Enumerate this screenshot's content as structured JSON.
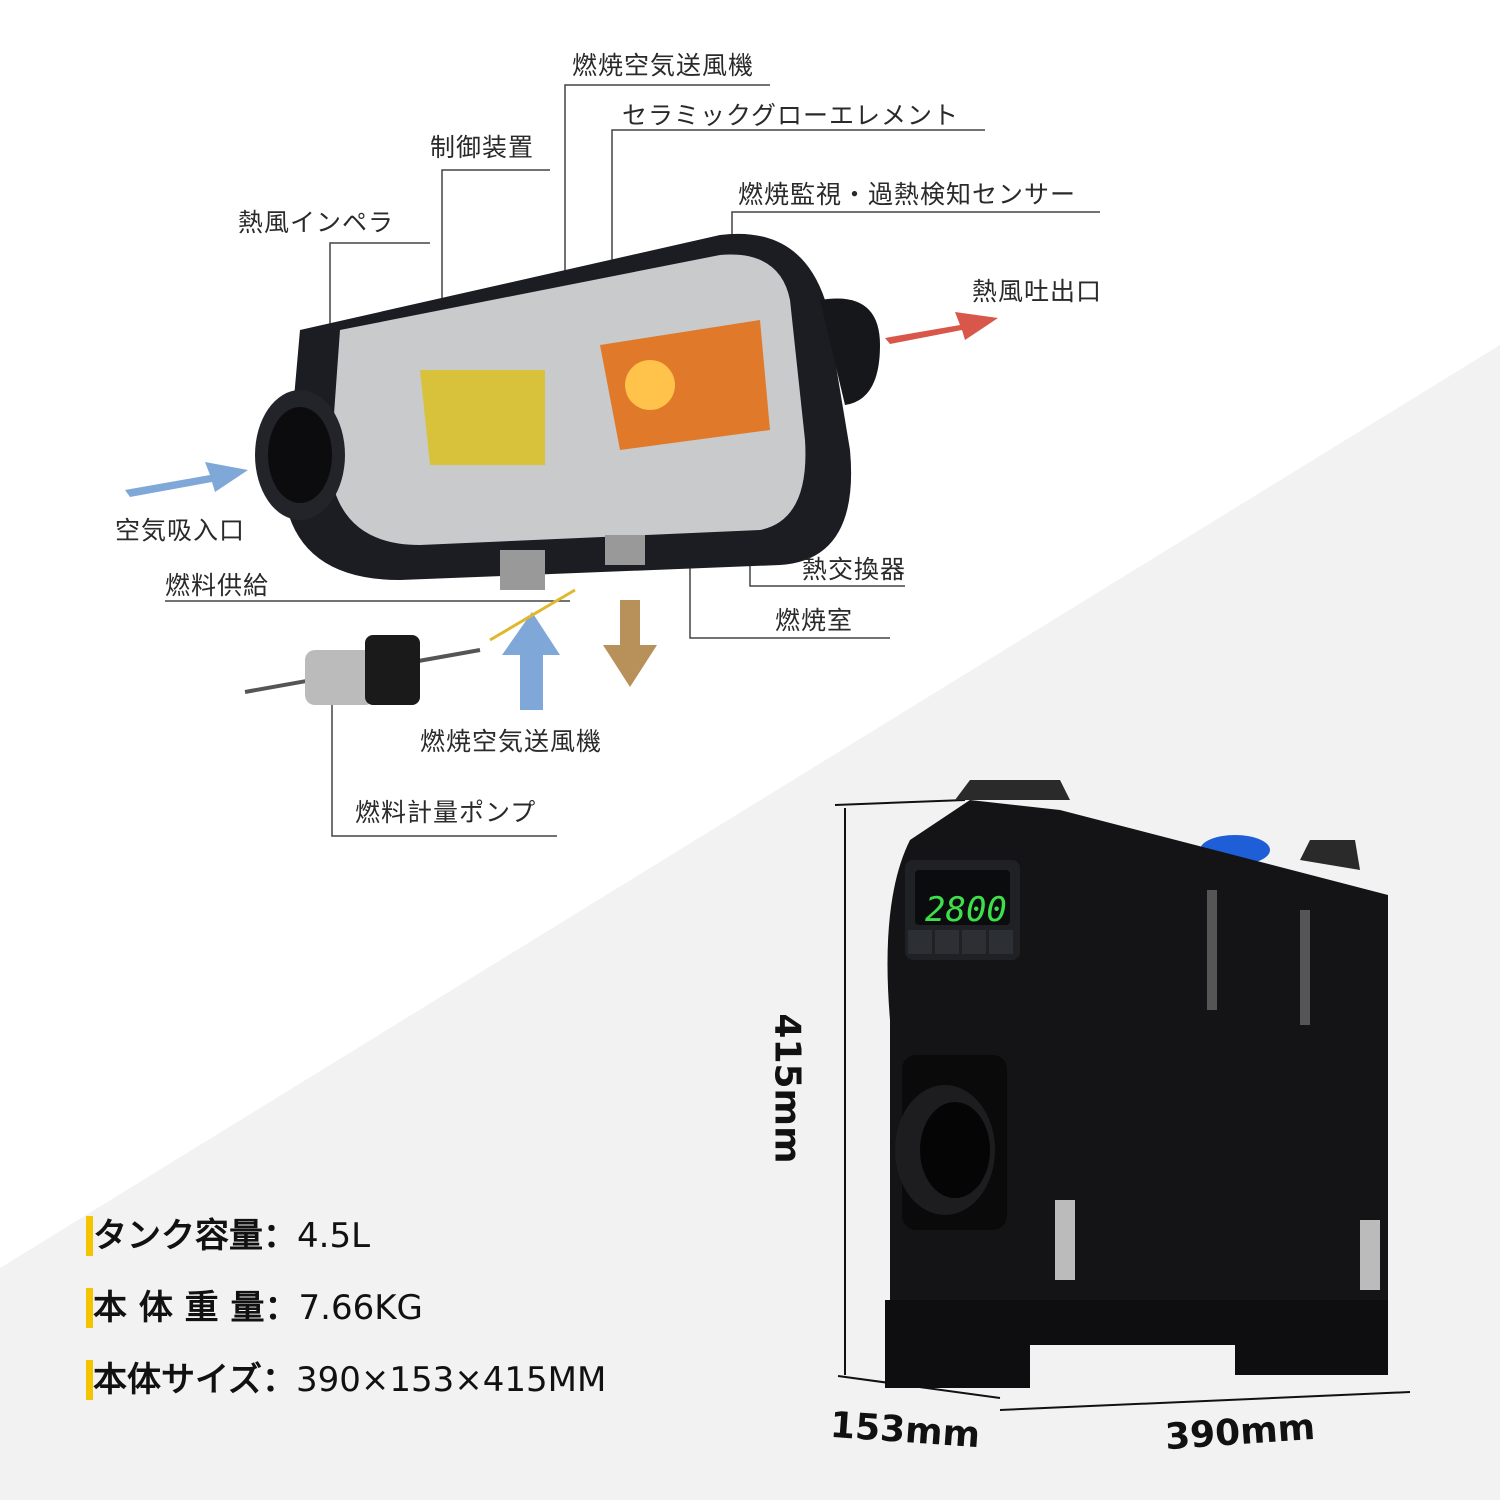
{
  "diagram_labels": {
    "combustion_blower_top": "燃焼空気送風機",
    "ceramic_glow": "セラミックグローエレメント",
    "controller": "制御装置",
    "sensor": "燃焼監視・過熱検知センサー",
    "impeller": "熱風インペラ",
    "hot_air_outlet": "熱風吐出口",
    "air_inlet": "空気吸入口",
    "fuel_supply": "燃料供給",
    "heat_exchanger": "熱交換器",
    "combustion_chamber": "燃焼室",
    "combustion_blower_bottom": "燃焼空気送風機",
    "fuel_pump": "燃料計量ポンプ"
  },
  "specs": [
    {
      "label": "タンク容量",
      "value": "4.5L"
    },
    {
      "label": "本 体 重 量",
      "value": "7.66KG"
    },
    {
      "label": "本体サイズ",
      "value": "390×153×415MM"
    }
  ],
  "separator": "：",
  "dimensions": {
    "height": "415mm",
    "depth": "153mm",
    "width": "390mm"
  },
  "display_reading": "2800",
  "colors": {
    "accent": "#f5c400",
    "display_green": "#3ee04a",
    "tank_cap": "#1e5fd8",
    "background_gray": "#f2f2f2"
  }
}
